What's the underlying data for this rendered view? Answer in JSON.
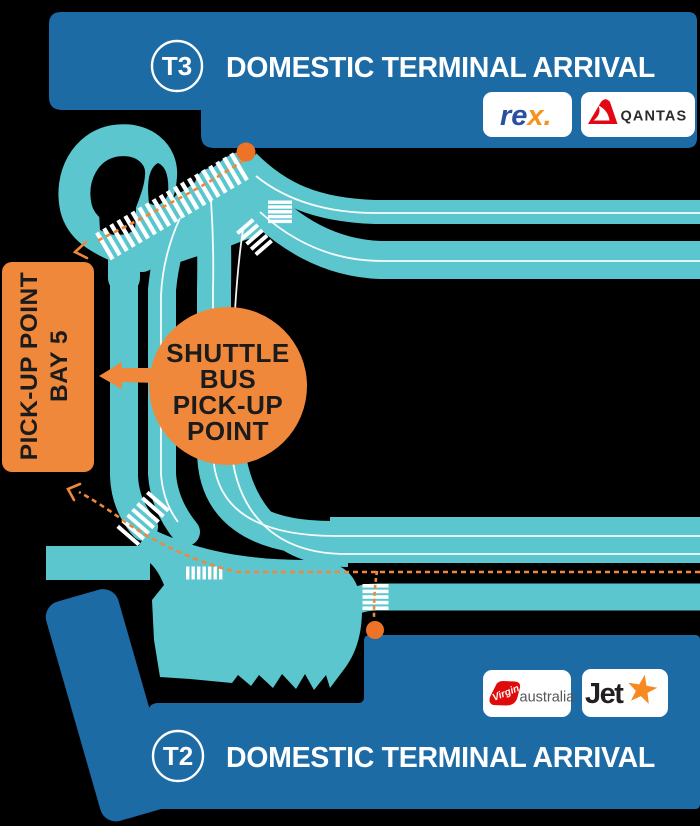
{
  "colors": {
    "background": "#000000",
    "banner_blue": "#1D6BA5",
    "road_teal": "#5BC6CE",
    "accent_orange": "#F0883C",
    "text_dark": "#1B1B1B",
    "white": "#FFFFFF",
    "rex_navy": "#2B4FA0",
    "rex_orange": "#F6921E",
    "qantas_red": "#E30613",
    "virgin_red": "#E10A0A",
    "virgin_gray": "#54565A",
    "jetstar_black": "#231F20",
    "jetstar_orange": "#F6891F"
  },
  "top_banner": {
    "terminal_code": "T3",
    "title": "DOMESTIC TERMINAL ARRIVAL",
    "airlines": [
      "rex",
      "Qantas"
    ]
  },
  "bottom_banner": {
    "terminal_code": "T2",
    "title": "DOMESTIC TERMINAL ARRIVAL",
    "airlines": [
      "Virgin Australia",
      "Jetstar"
    ]
  },
  "logos": {
    "rex_re": "re",
    "rex_x": "x.",
    "qantas": "QANTAS",
    "virgin_script": "Virgin",
    "virgin_label": "australia",
    "jetstar_word": "Jet"
  },
  "shuttle_circle": {
    "line1": "SHUTTLE",
    "line2": "BUS",
    "line3": "PICK-UP",
    "line4": "POINT"
  },
  "pickup_box": {
    "line1": "PICK-UP POINT",
    "line2": "BAY 5"
  }
}
